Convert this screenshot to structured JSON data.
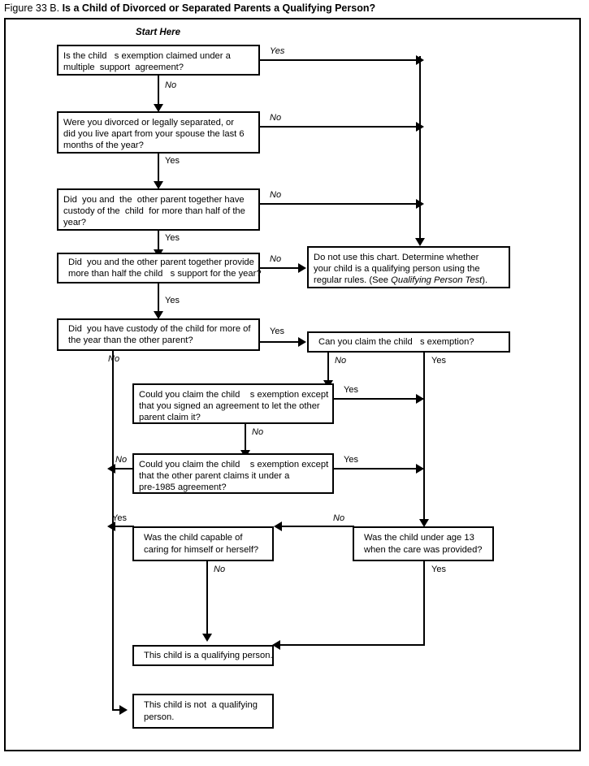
{
  "figure": {
    "number": "Figure 33 B.",
    "title": "Is a Child of Divorced or Separated Parents a Qualifying Person?",
    "start_label": "Start Here"
  },
  "nodes": {
    "q1": {
      "id": "multiple-support-agreement",
      "line1": "Is the child   s exemption claimed under a",
      "line2": "multiple  support  agreement?"
    },
    "q2": {
      "id": "divorced-or-separated",
      "line1": "Were you divorced or legally separated, or",
      "line2": "did you live apart from your spouse the last 6",
      "line3": "months of the year?"
    },
    "q3": {
      "id": "joint-custody-half-year",
      "line1": "Did  you and  the  other parent together have",
      "line2": "custody of the  child  for more than half of the",
      "line3": "year?"
    },
    "q4": {
      "id": "parents-provide-half-support",
      "line1": "Did  you and the other parent together provide",
      "line2": "more than half the child   s support for the year?"
    },
    "q5": {
      "id": "custody-more-of-year",
      "line1": "Did  you have custody of the child for more of",
      "line2": "the year than the other parent?"
    },
    "q6": {
      "id": "can-claim-exemption",
      "line1": "Can you claim the child   s exemption?"
    },
    "q7": {
      "id": "signed-agreement-exception",
      "line1": "Could you claim the child    s exemption except",
      "line2": "that you signed an agreement to let the other",
      "line3": "parent claim it?"
    },
    "q8": {
      "id": "pre-1985-agreement-exception",
      "line1": "Could you claim the child    s exemption except",
      "line2": "that the other parent claims it under a",
      "line3": "pre-1985 agreement?"
    },
    "q9": {
      "id": "child-capable-of-self-care",
      "line1": "Was the child capable of",
      "line2": "caring for himself or herself?"
    },
    "q10": {
      "id": "child-under-age-13",
      "line1": "Was the child under age 13",
      "line2": "when the care was provided?"
    },
    "r1": {
      "id": "do-not-use-chart",
      "line1": "Do not use this chart. Determine whether",
      "line2": "your child is a qualifying person using the",
      "line3a": "regular rules. (See ",
      "line3b": "Qualifying Person Test",
      "line3c": ")."
    },
    "r2": {
      "id": "is-qualifying-person",
      "line1": "This child is a qualifying person."
    },
    "r3": {
      "id": "not-qualifying-person",
      "line1": "This child is not  a qualifying",
      "line2": "person."
    }
  },
  "edge_labels": {
    "q1_yes": "Yes",
    "q1_no": "No",
    "q2_no": "No",
    "q2_yes": "Yes",
    "q3_no": "No",
    "q3_yes": "Yes",
    "q4_no": "No",
    "q4_yes": "Yes",
    "q5_yes": "Yes",
    "q5_no": "No",
    "q6_no": "No",
    "q6_yes": "Yes",
    "q7_yes": "Yes",
    "q7_no": "No",
    "q8_yes": "Yes",
    "q8_no": "No",
    "q9_yes": "Yes",
    "q9_no": "No",
    "q10_no": "No",
    "q10_yes": "Yes"
  },
  "colors": {
    "line": "#000000",
    "background": "#ffffff",
    "text": "#000000"
  }
}
